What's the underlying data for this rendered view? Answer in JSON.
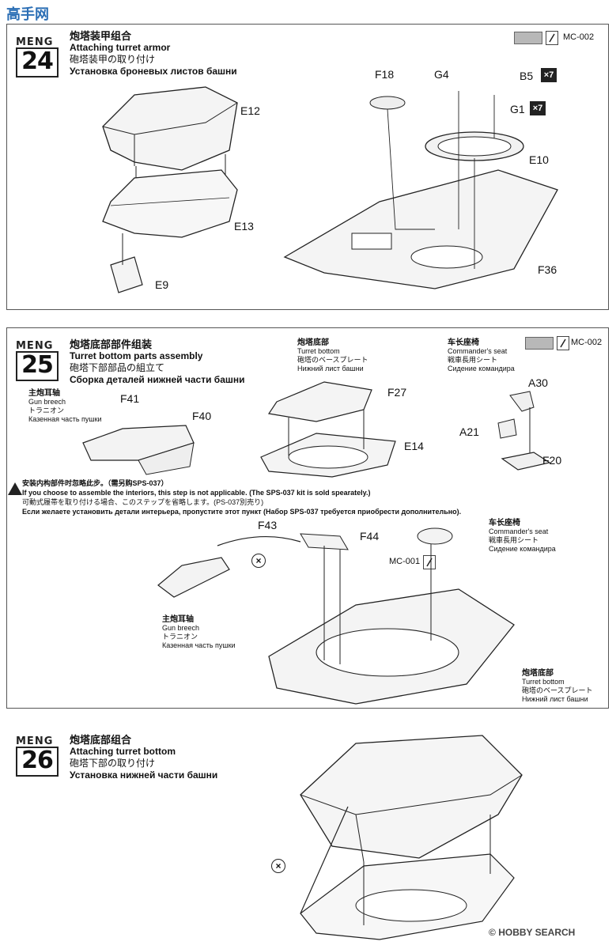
{
  "watermark": {
    "top_left": "高手网"
  },
  "brand": "MENG",
  "paint": {
    "mc002": "MC-002",
    "mc001": "MC-001"
  },
  "step24": {
    "number": "24",
    "title_zh": "炮塔装甲组合",
    "title_en": "Attaching turret armor",
    "title_ja": "砲塔装甲の取り付け",
    "title_ru": "Установка броневых листов башни",
    "parts": {
      "E12": "E12",
      "E13": "E13",
      "E9": "E9",
      "F18": "F18",
      "G4": "G4",
      "B5": "B5",
      "G1": "G1",
      "E10": "E10",
      "F36": "F36"
    },
    "qty_b5": "×7",
    "qty_g1": "×7"
  },
  "step25": {
    "number": "25",
    "title_zh": "炮塔底部部件组装",
    "title_en": "Turret bottom parts assembly",
    "title_ja": "砲塔下部部品の組立て",
    "title_ru": "Сборка деталей нижней части башни",
    "breech": {
      "zh": "主炮耳轴",
      "en": "Gun breech",
      "ja": "トラニオン",
      "ru": "Казенная часть пушки"
    },
    "turret_bottom": {
      "zh": "炮塔底部",
      "en": "Turret bottom",
      "ja": "砲塔のベースプレート",
      "ru": "Нижний лист башни"
    },
    "seat": {
      "zh": "车长座椅",
      "en": "Commander's  seat",
      "ja": "戦車長用シート",
      "ru": "Сидение командира"
    },
    "parts": {
      "F41": "F41",
      "F40": "F40",
      "F27": "F27",
      "E14": "E14",
      "A30": "A30",
      "A21": "A21",
      "F20": "F20",
      "F43": "F43",
      "F44": "F44"
    },
    "note": {
      "zh": "安装内构部件时忽略此步。（需另购SPS-037）",
      "en": "If you choose to assemble the interiors, this step is not applicable. (The SPS-037 kit is sold spearately.)",
      "ja": "可動式履帯を取り付ける場合、このステップを省略します。(PS-037別売り)",
      "ru": "Если желаете установить детали интерьера, пропустите этот пункт (Набор SPS-037 требуется приобрести дополнительно)."
    }
  },
  "step26": {
    "number": "26",
    "title_zh": "炮塔底部组合",
    "title_en": "Attaching turret bottom",
    "title_ja": "砲塔下部の取り付け",
    "title_ru": "Установка нижней части башни"
  },
  "footer": {
    "hobbysearch": "HOBBY SEARCH"
  },
  "colors": {
    "line": "#222222",
    "paint_gray": "#b8b8b8",
    "part_fill": "#f2f2f2"
  }
}
